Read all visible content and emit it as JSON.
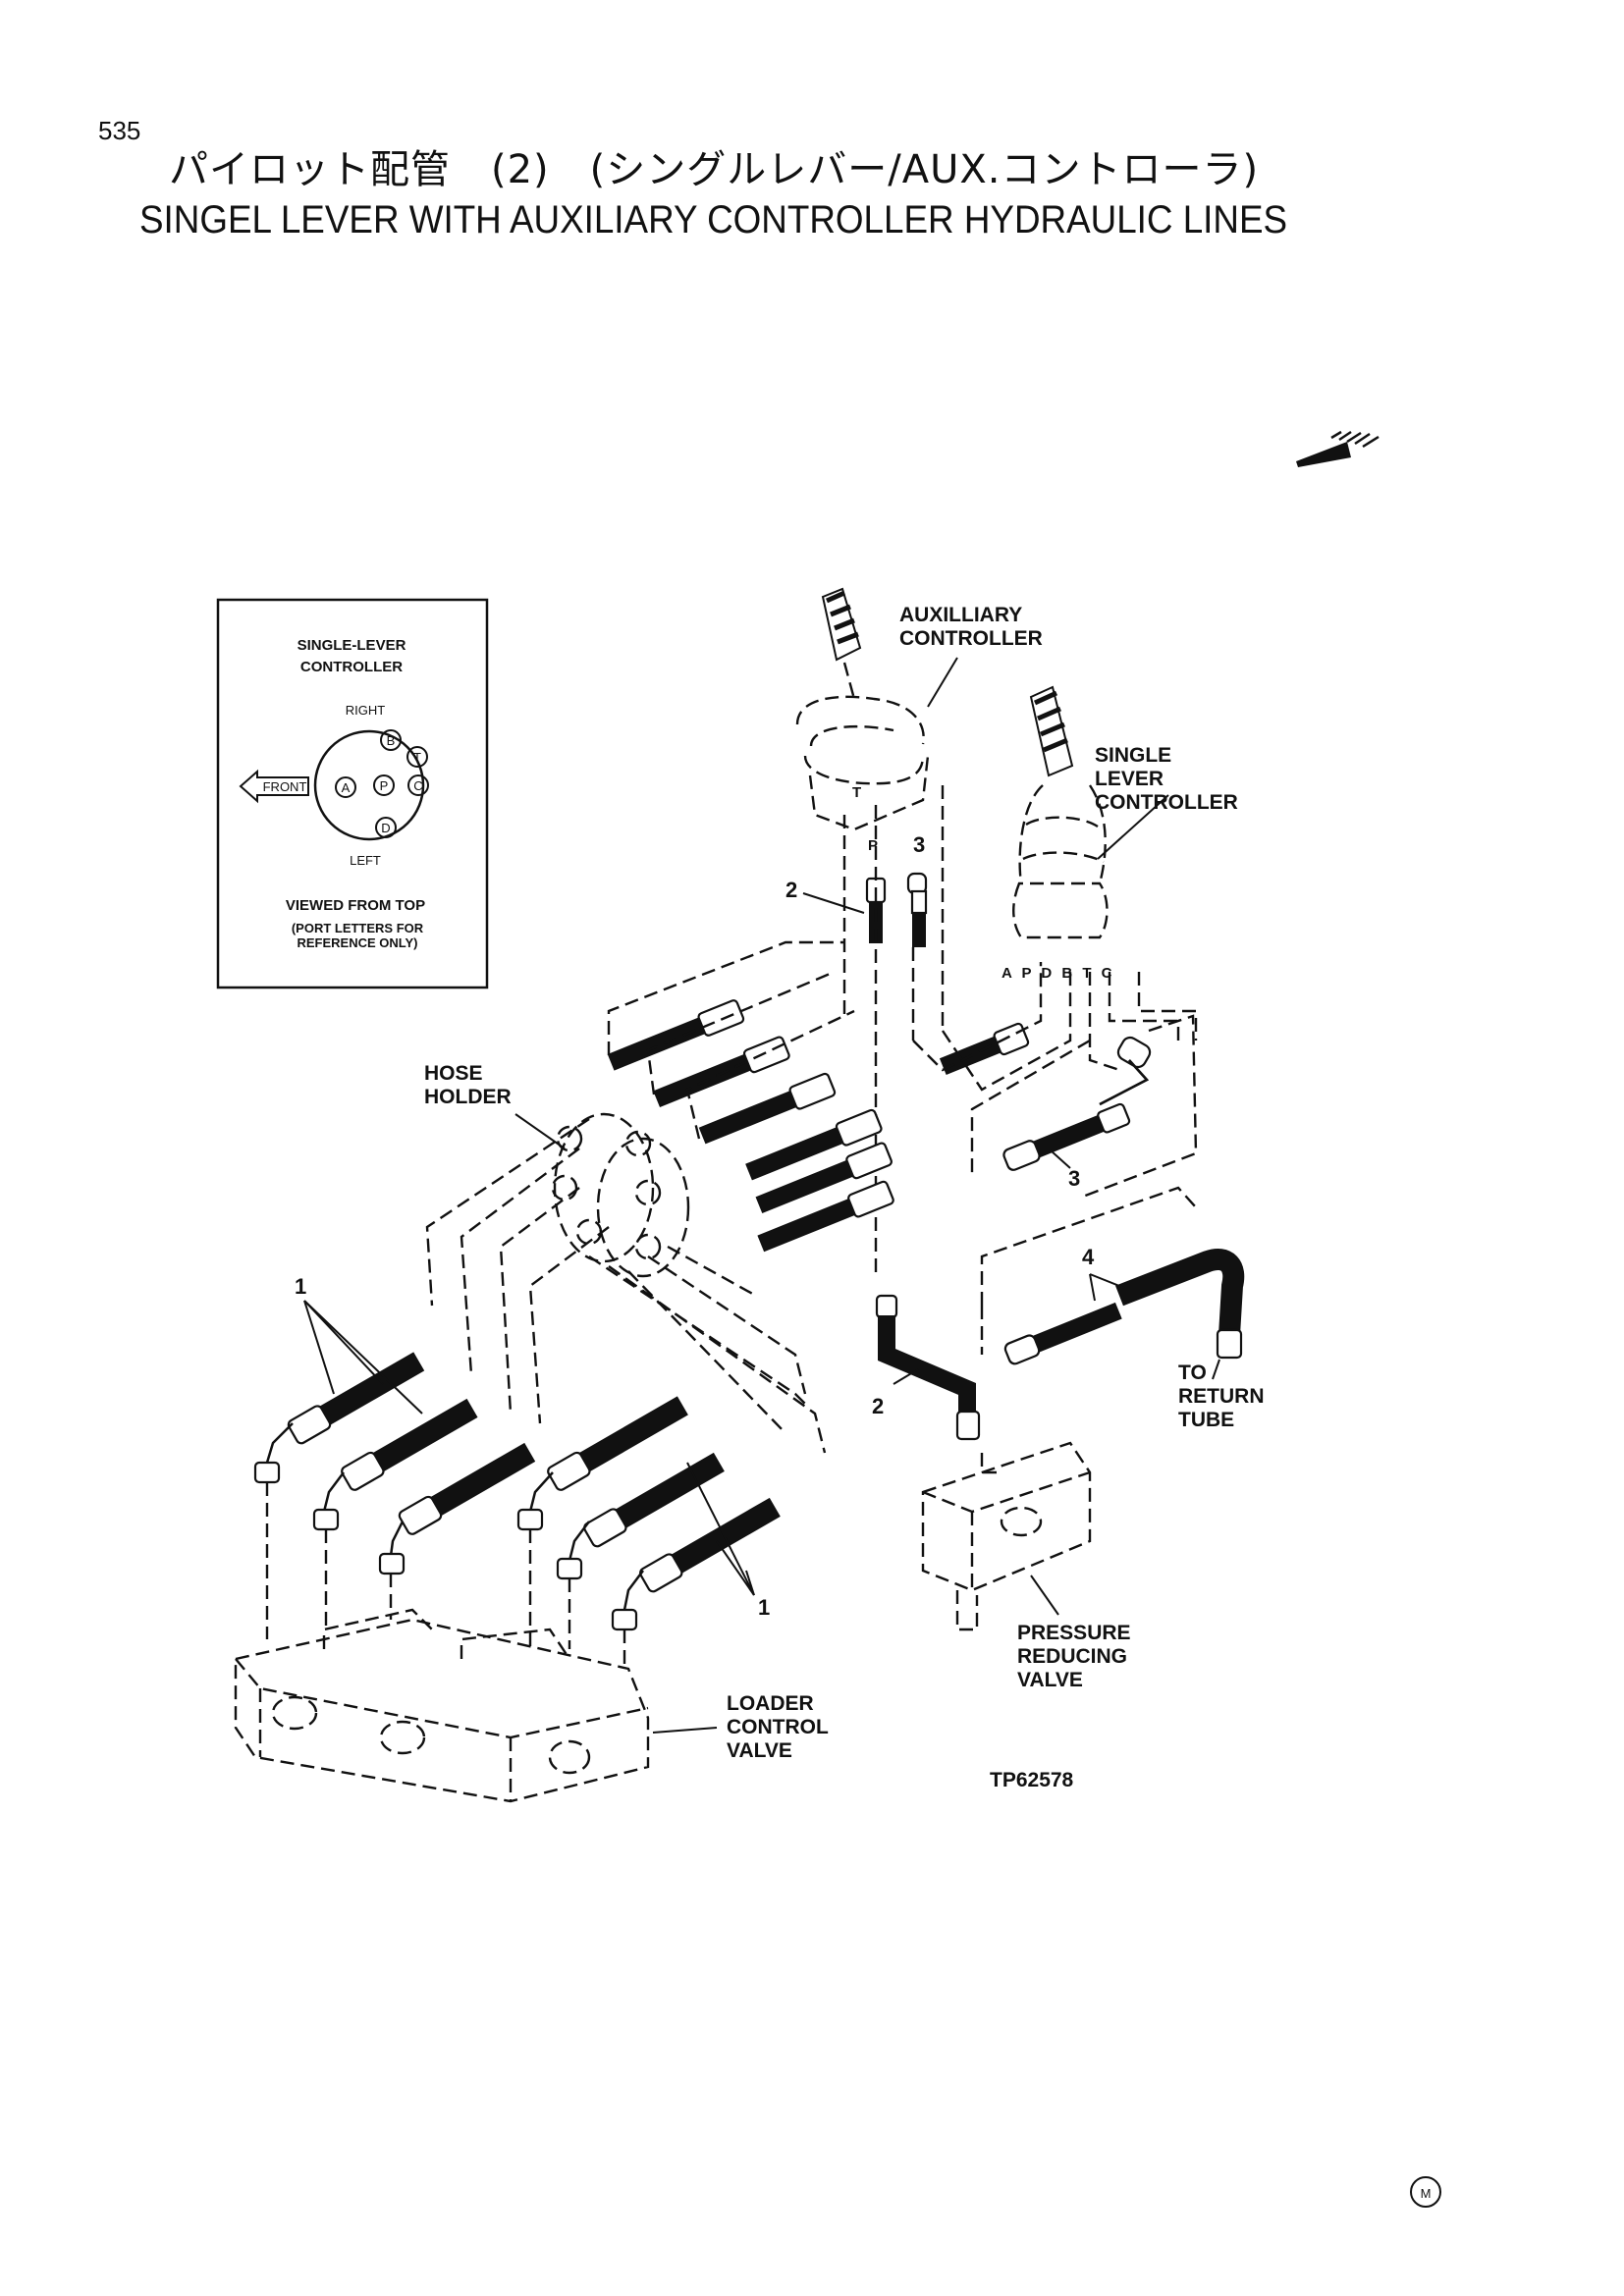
{
  "page_number": "535",
  "title_jp": "パイロット配管　(2)　(シングルレバー/AUX.コントローラ)",
  "title_en": "SINGEL LEVER WITH AUXILIARY CONTROLLER HYDRAULIC LINES",
  "inset": {
    "title_line1": "SINGLE-LEVER",
    "title_line2": "CONTROLLER",
    "right": "RIGHT",
    "left": "LEFT",
    "front": "FRONT",
    "ports": [
      "A",
      "P",
      "B",
      "T",
      "C",
      "D"
    ],
    "viewed": "VIEWED FROM TOP",
    "note_line1": "(PORT LETTERS FOR",
    "note_line2": "REFERENCE ONLY)"
  },
  "labels": {
    "aux_line1": "AUXILLIARY",
    "aux_line2": "CONTROLLER",
    "single_line1": "SINGLE",
    "single_line2": "LEVER",
    "single_line3": "CONTROLLER",
    "hose_line1": "HOSE",
    "hose_line2": "HOLDER",
    "loader_line1": "LOADER",
    "loader_line2": "CONTROL",
    "loader_line3": "VALVE",
    "prv_line1": "PRESSURE",
    "prv_line2": "REDUCING",
    "prv_line3": "VALVE",
    "return_line1": "TO",
    "return_line2": "RETURN",
    "return_line3": "TUBE",
    "port_row": "A P D B T C",
    "aux_p": "P",
    "aux_t": "T",
    "figure_id": "TP62578"
  },
  "callouts": {
    "one": "1",
    "two": "2",
    "three": "3",
    "four": "4"
  },
  "mark": "M"
}
